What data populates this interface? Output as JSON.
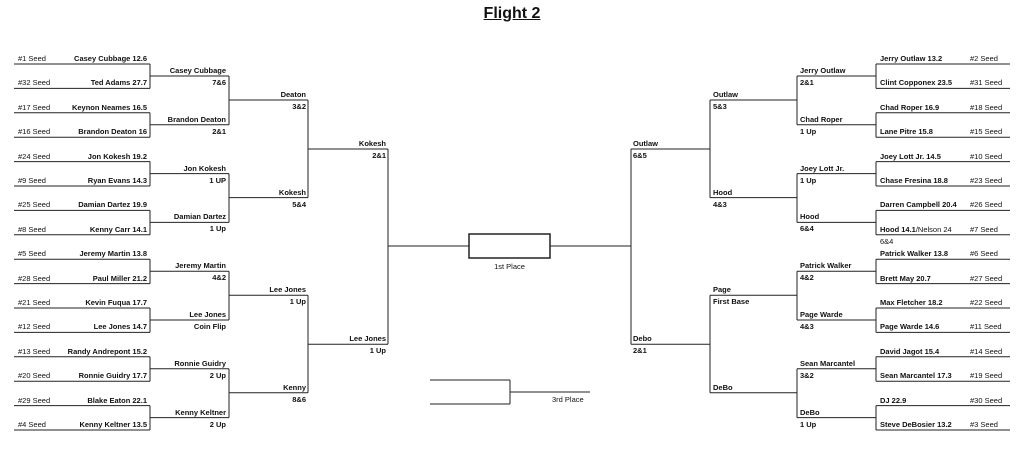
{
  "title": "Flight 2",
  "left": {
    "r1": [
      {
        "seed": "#1 Seed",
        "name": "Casey Cubbage 12.6"
      },
      {
        "seed": "#32 Seed",
        "name": "Ted Adams 27.7"
      },
      {
        "seed": "#17 Seed",
        "name": "Keynon Neames 16.5"
      },
      {
        "seed": "#16 Seed",
        "name": "Brandon Deaton 16"
      },
      {
        "seed": "#24 Seed",
        "name": "Jon Kokesh 19.2"
      },
      {
        "seed": "#9 Seed",
        "name": "Ryan Evans 14.3"
      },
      {
        "seed": "#25 Seed",
        "name": "Damian Dartez 19.9"
      },
      {
        "seed": "#8 Seed",
        "name": "Kenny Carr 14.1"
      },
      {
        "seed": "#5 Seed",
        "name": "Jeremy Martin 13.8"
      },
      {
        "seed": "#28 Seed",
        "name": "Paul Miller 21.2"
      },
      {
        "seed": "#21 Seed",
        "name": "Kevin Fuqua 17.7"
      },
      {
        "seed": "#12 Seed",
        "name": "Lee Jones 14.7"
      },
      {
        "seed": "#13 Seed",
        "name": "Randy Andrepont 15.2"
      },
      {
        "seed": "#20 Seed",
        "name": "Ronnie Guidry 17.7"
      },
      {
        "seed": "#29 Seed",
        "name": "Blake Eaton 22.1"
      },
      {
        "seed": "#4 Seed",
        "name": "Kenny Keltner 13.5"
      }
    ],
    "r2": [
      {
        "name": "Casey Cubbage",
        "score": "7&6"
      },
      {
        "name": "Brandon Deaton",
        "score": "2&1"
      },
      {
        "name": "Jon Kokesh",
        "score": "1 UP"
      },
      {
        "name": "Damian Dartez",
        "score": "1 Up"
      },
      {
        "name": "Jeremy Martin",
        "score": "4&2"
      },
      {
        "name": "Lee Jones",
        "score": "Coin Flip"
      },
      {
        "name": "Ronnie Guidry",
        "score": "2 Up"
      },
      {
        "name": "Kenny Keltner",
        "score": "2 Up"
      }
    ],
    "r3": [
      {
        "name": "Deaton",
        "score": "3&2"
      },
      {
        "name": "Kokesh",
        "score": "5&4"
      },
      {
        "name": "Lee Jones",
        "score": "1 Up"
      },
      {
        "name": "Kenny",
        "score": "8&6"
      }
    ],
    "r4": [
      {
        "name": "Kokesh",
        "score": "2&1"
      },
      {
        "name": "Lee Jones",
        "score": "1 Up"
      }
    ]
  },
  "right": {
    "r1": [
      {
        "name": "Jerry Outlaw 13.2",
        "seed": "#2 Seed"
      },
      {
        "name": "Clint Copponex 23.5",
        "seed": "#31 Seed"
      },
      {
        "name": "Chad Roper 16.9",
        "seed": "#18 Seed"
      },
      {
        "name": "Lane Pitre 15.8",
        "seed": "#15 Seed"
      },
      {
        "name": "Joey Lott Jr. 14.5",
        "seed": "#10 Seed"
      },
      {
        "name": "Chase Fresina 18.8",
        "seed": "#23 Seed"
      },
      {
        "name": "Darren Campbell 20.4",
        "seed": "#26 Seed"
      },
      {
        "name": "Hood 14.1",
        "extra": "/Nelson 24",
        "seed": "#7 Seed"
      },
      {
        "name": "Patrick Walker 13.8",
        "seed": "#6 Seed"
      },
      {
        "name": "Brett May 20.7",
        "seed": "#27 Seed"
      },
      {
        "name": "Max Fletcher 18.2",
        "seed": "#22 Seed"
      },
      {
        "name": "Page Warde 14.6",
        "seed": "#11 Seed"
      },
      {
        "name": "David Jagot 15.4",
        "seed": "#14 Seed"
      },
      {
        "name": "Sean Marcantel 17.3",
        "seed": "#19 Seed"
      },
      {
        "name": "DJ 22.9",
        "seed": "#30 Seed"
      },
      {
        "name": "Steve DeBosier 13.2",
        "seed": "#3 Seed"
      }
    ],
    "r1_note": "6&4",
    "r2": [
      {
        "name": "Jerry Outlaw",
        "score": "2&1"
      },
      {
        "name": "Chad Roper",
        "score": "1 Up"
      },
      {
        "name": "Joey Lott Jr.",
        "score": "1 Up"
      },
      {
        "name": "Hood",
        "score": "6&4"
      },
      {
        "name": "Patrick Walker",
        "score": "4&2"
      },
      {
        "name": "Page Warde",
        "score": "4&3"
      },
      {
        "name": "Sean Marcantel",
        "score": "3&2"
      },
      {
        "name": "DeBo",
        "score": "1 Up"
      }
    ],
    "r3": [
      {
        "name": "Outlaw",
        "score": "5&3"
      },
      {
        "name": "Hood",
        "score": "4&3"
      },
      {
        "name": "Page",
        "score": "First Base"
      },
      {
        "name": "DeBo",
        "score": ""
      }
    ],
    "r4": [
      {
        "name": "Outlaw",
        "score": "6&5"
      },
      {
        "name": "Debo",
        "score": "2&1"
      }
    ]
  },
  "first_place_label": "1st Place",
  "third_place_label": "3rd Place"
}
